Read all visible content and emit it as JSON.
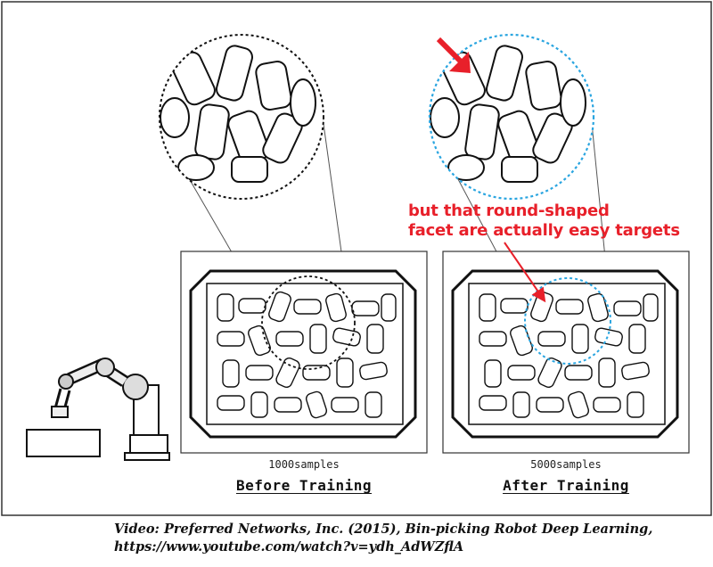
{
  "annotation": {
    "line1": "but that round-shaped",
    "line2": "facet are actually easy targets"
  },
  "panels": {
    "before": {
      "samples": "1000samples",
      "label": "Before Training"
    },
    "after": {
      "samples": "5000samples",
      "label": "After Training"
    }
  },
  "caption": {
    "line1": "Video: Preferred Networks, Inc. (2015), Bin-picking Robot Deep Learning,",
    "line2": "https://www.youtube.com/watch?v=ydh_AdWZflA"
  },
  "colors": {
    "highlight_red": "#e8202a",
    "after_circle_blue": "#2aa5e0",
    "before_circle_black": "#111111"
  },
  "icons": [
    "robot-arm-icon",
    "cylinder-parts-icon",
    "arrow-icon"
  ]
}
